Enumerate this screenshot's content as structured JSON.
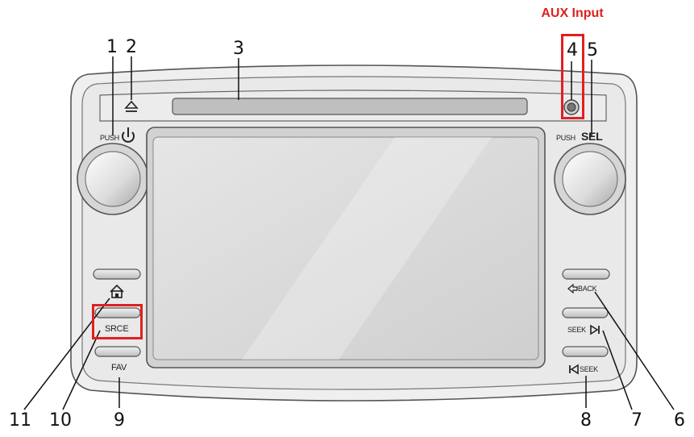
{
  "annotation": {
    "aux_label": "AUX Input"
  },
  "callouts": [
    "1",
    "2",
    "3",
    "4",
    "5",
    "6",
    "7",
    "8",
    "9",
    "10",
    "11"
  ],
  "panel_labels": {
    "push_left": "PUSH",
    "push_right": "PUSH",
    "sel": "SEL",
    "back": "BACK",
    "seek_forward": "SEEK",
    "seek_back": "SEEK",
    "srce": "SRCE",
    "fav": "FAV"
  },
  "colors": {
    "highlight": "#e02020",
    "panel": "#e9e9e9",
    "screen": "#d9d9d9",
    "outline": "#555555"
  },
  "icons": [
    "power-icon",
    "eject-icon",
    "home-icon",
    "back-arrow-icon",
    "seek-forward-icon",
    "seek-back-icon",
    "aux-jack-icon"
  ]
}
